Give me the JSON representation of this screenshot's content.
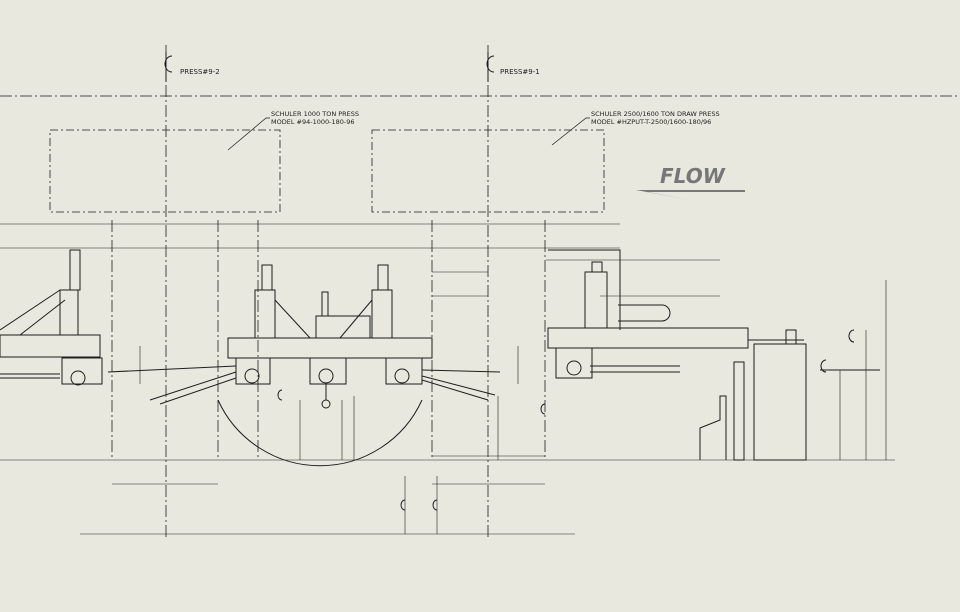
{
  "labels": {
    "press_left": "PRESS#9-2",
    "press_right": "PRESS#9-1",
    "press1_line1": "SCHULER 1000 TON PRESS",
    "press1_line2": "MODEL #94-1000-180-96",
    "press2_line1": "SCHULER 2500/1600 TON DRAW PRESS",
    "press2_line2": "MODEL #HZPUT-T-2500/1600-180/96",
    "flow": "FLOW"
  },
  "colors": {
    "background": "#e8e8df",
    "line": "#1e1e1e",
    "flow": "#777777"
  },
  "icons": {
    "centerline": "centerline-symbol",
    "flow_arrow": "flow-arrow-icon"
  }
}
